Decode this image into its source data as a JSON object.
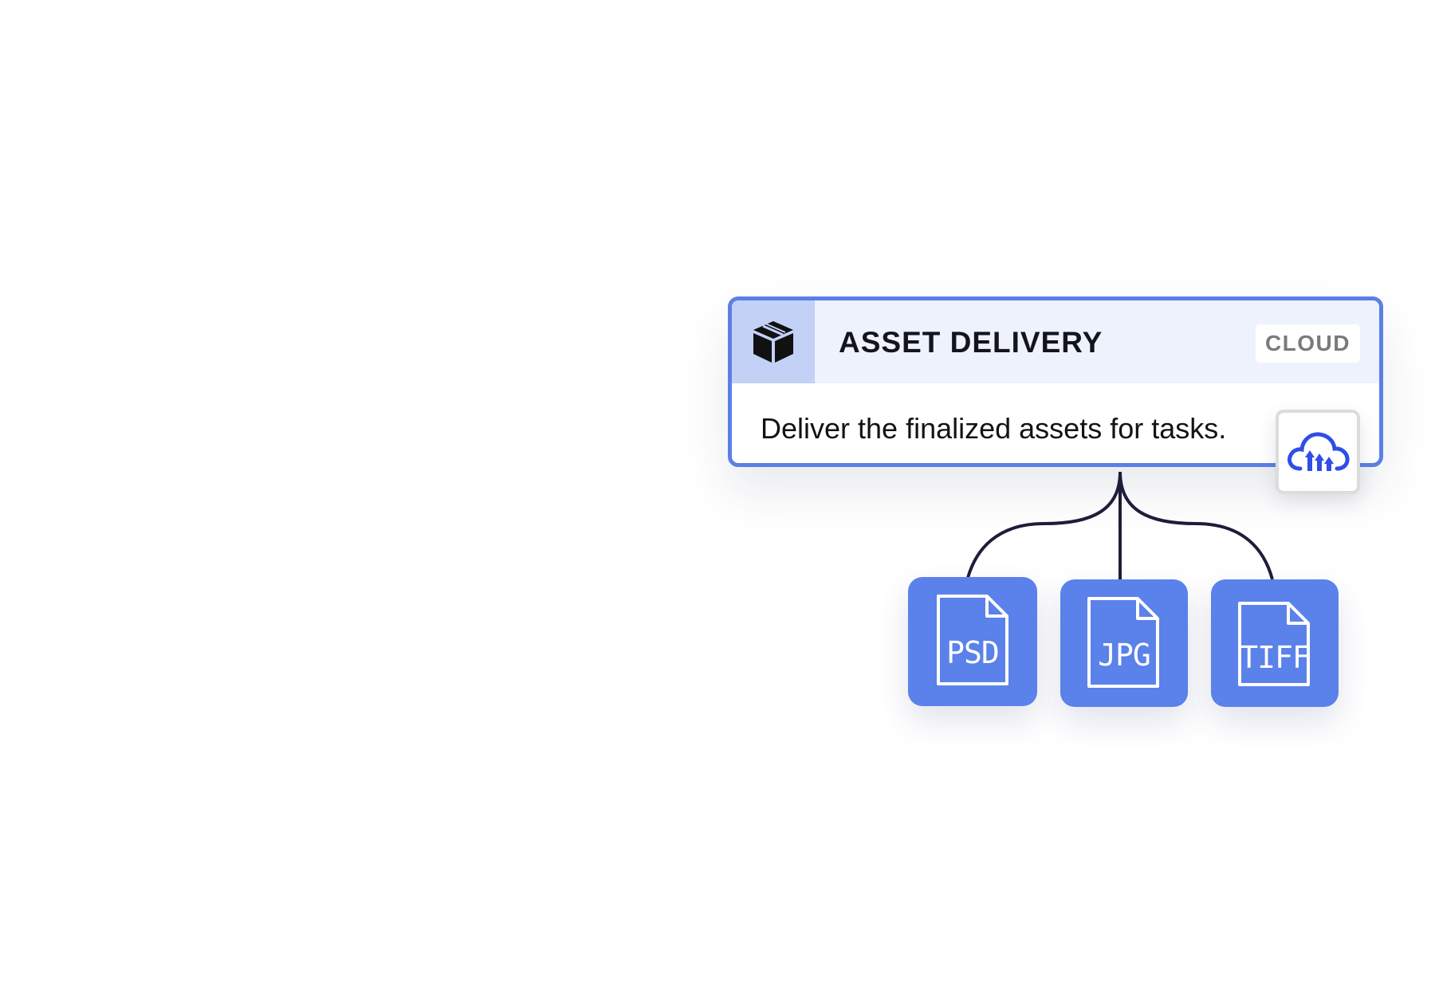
{
  "card": {
    "title": "ASSET DELIVERY",
    "badge": "CLOUD",
    "description": "Deliver the finalized assets for tasks.",
    "header_icon": "package-box-icon",
    "action_icon": "cloud-upload-icon"
  },
  "files": [
    {
      "label": "PSD",
      "icon": "file-icon"
    },
    {
      "label": "JPG",
      "icon": "file-icon"
    },
    {
      "label": "TIFF",
      "icon": "file-icon"
    }
  ],
  "colors": {
    "card_border": "#5b7fe6",
    "header_bg": "#eef2fd",
    "icon_box_bg": "#c3d1f7",
    "tile_bg": "#5b81ea",
    "connector": "#1f1d3a",
    "upload_icon": "#2f4ee6"
  }
}
